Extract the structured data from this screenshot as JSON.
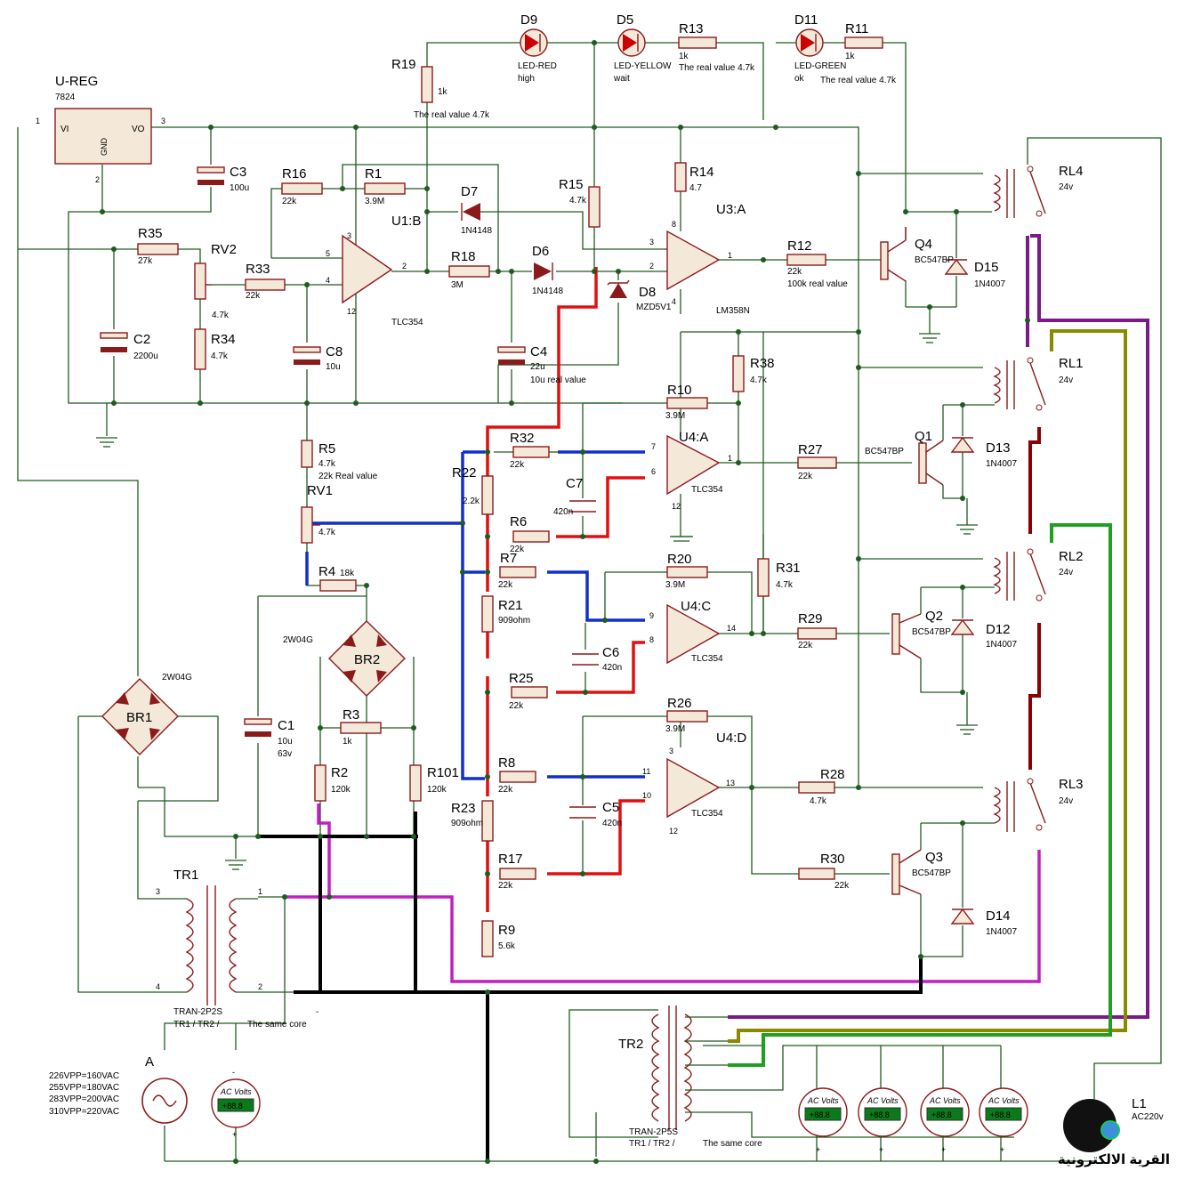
{
  "components": {
    "ureg": {
      "ref": "U-REG",
      "val": "7824",
      "pin_vi": "VI",
      "pin_vo": "VO",
      "pin_gnd": "GND",
      "p1": "1",
      "p2": "2",
      "p3": "3"
    },
    "d9": {
      "ref": "D9",
      "l1": "LED-RED",
      "l2": "high"
    },
    "d5": {
      "ref": "D5",
      "l1": "LED-YELLOW",
      "l2": "wait"
    },
    "d11": {
      "ref": "D11",
      "l1": "LED-GREEN",
      "l2": "ok"
    },
    "r13": {
      "ref": "R13",
      "val": "1k",
      "note": "The real value 4.7k"
    },
    "r11": {
      "ref": "R11",
      "val": "1k",
      "note": "The real value 4.7k"
    },
    "r19": {
      "ref": "R19",
      "val": "1k",
      "note": "The real value 4.7k"
    },
    "c3": {
      "ref": "C3",
      "val": "100u"
    },
    "r16": {
      "ref": "R16",
      "val": "22k"
    },
    "r1": {
      "ref": "R1",
      "val": "3.9M"
    },
    "d7": {
      "ref": "D7",
      "val": "1N4148"
    },
    "r15": {
      "ref": "R15",
      "val": "4.7k"
    },
    "r14": {
      "ref": "R14",
      "val": "4.7"
    },
    "u3a": {
      "ref": "U3:A",
      "val": "LM358N",
      "p3": "3",
      "p2": "2",
      "p1": "1",
      "p8": "8",
      "p4": "4"
    },
    "u1b": {
      "ref": "U1:B",
      "val": "TLC354",
      "p5": "5",
      "p4": "4",
      "p2": "2",
      "p3": "3",
      "p12": "12"
    },
    "r35": {
      "ref": "R35",
      "val": "27k"
    },
    "rv2": {
      "ref": "RV2",
      "val": "4.7k"
    },
    "r33": {
      "ref": "R33",
      "val": "22k"
    },
    "r18": {
      "ref": "R18",
      "val": "3M"
    },
    "d6": {
      "ref": "D6",
      "val": "1N4148"
    },
    "d8": {
      "ref": "D8",
      "val": "MZD5V1"
    },
    "r12": {
      "ref": "R12",
      "val": "22k",
      "note": "100k real value"
    },
    "q4": {
      "ref": "Q4",
      "val": "BC547BP"
    },
    "d15": {
      "ref": "D15",
      "val": "1N4007"
    },
    "rl4": {
      "ref": "RL4",
      "val": "24v"
    },
    "c2": {
      "ref": "C2",
      "val": "2200u"
    },
    "r34": {
      "ref": "R34",
      "val": "4.7k"
    },
    "c8": {
      "ref": "C8",
      "val": "10u"
    },
    "c4": {
      "ref": "C4",
      "val": "22u",
      "note": "10u real value"
    },
    "r38": {
      "ref": "R38",
      "val": "4.7k"
    },
    "r10": {
      "ref": "R10",
      "val": "3.9M"
    },
    "rl1": {
      "ref": "RL1",
      "val": "24v"
    },
    "r5": {
      "ref": "R5",
      "val": "4.7k",
      "note": "22k Real value"
    },
    "rv1": {
      "ref": "RV1",
      "val": "4.7k"
    },
    "r22": {
      "ref": "R22",
      "val": "2.2k"
    },
    "r32": {
      "ref": "R32",
      "val": "22k"
    },
    "u4a": {
      "ref": "U4:A",
      "val": "TLC354",
      "p7": "7",
      "p6": "6",
      "p1": "1",
      "p12": "12"
    },
    "c7": {
      "ref": "C7",
      "val": "420n"
    },
    "r6": {
      "ref": "R6",
      "val": "22k"
    },
    "r27": {
      "ref": "R27",
      "val": "22k"
    },
    "q1": {
      "ref": "Q1",
      "val": "BC547BP"
    },
    "d13": {
      "ref": "D13",
      "val": "1N4007"
    },
    "r4": {
      "ref": "R4",
      "val": "18k"
    },
    "r7": {
      "ref": "R7",
      "val": "22k"
    },
    "r20": {
      "ref": "R20",
      "val": "3.9M"
    },
    "r31": {
      "ref": "R31",
      "val": "4.7k"
    },
    "rl2": {
      "ref": "RL2",
      "val": "24v"
    },
    "u4c": {
      "ref": "U4:C",
      "val": "TLC354",
      "p9": "9",
      "p8": "8",
      "p14": "14"
    },
    "r21": {
      "ref": "R21",
      "val": "909ohm"
    },
    "c6": {
      "ref": "C6",
      "val": "420n"
    },
    "r29": {
      "ref": "R29",
      "val": "22k"
    },
    "q2": {
      "ref": "Q2",
      "val": "BC547BP"
    },
    "d12": {
      "ref": "D12",
      "val": "1N4007"
    },
    "br2": {
      "ref": "BR2",
      "val": "2W04G"
    },
    "br1": {
      "ref": "BR1",
      "val": "2W04G"
    },
    "r25": {
      "ref": "R25",
      "val": "22k"
    },
    "c1": {
      "ref": "C1",
      "val": "10u",
      "note": "63v"
    },
    "r3": {
      "ref": "R3",
      "val": "1k"
    },
    "r2": {
      "ref": "R2",
      "val": "120k"
    },
    "r101": {
      "ref": "R101",
      "val": "120k"
    },
    "r26": {
      "ref": "R26",
      "val": "3.9M"
    },
    "u4d": {
      "ref": "U4:D",
      "val": "TLC354",
      "p3": "3",
      "p11": "11",
      "p10": "10",
      "p13": "13",
      "p12": "12"
    },
    "r8": {
      "ref": "R8",
      "val": "22k"
    },
    "c5": {
      "ref": "C5",
      "val": "420n"
    },
    "r28": {
      "ref": "R28",
      "val": "4.7k"
    },
    "rl3": {
      "ref": "RL3",
      "val": "24v"
    },
    "r23": {
      "ref": "R23",
      "val": "909ohm"
    },
    "r17": {
      "ref": "R17",
      "val": "22k"
    },
    "r30": {
      "ref": "R30",
      "val": "22k"
    },
    "q3": {
      "ref": "Q3",
      "val": "BC547BP"
    },
    "d14": {
      "ref": "D14",
      "val": "1N4007"
    },
    "r9": {
      "ref": "R9",
      "val": "5.6k"
    },
    "tr1": {
      "ref": "TR1",
      "val": "TRAN-2P2S",
      "note1": "TR1 / TR2 /",
      "note2": "The same core",
      "p1": "1",
      "p2": "2",
      "p3": "3",
      "p4": "4"
    },
    "tr2": {
      "ref": "TR2",
      "val": "TRAN-2P5S",
      "note1": "TR1 / TR2 /",
      "note2": "The same core"
    },
    "src": {
      "ref": "A",
      "l1": "226VPP=160VAC",
      "l2": "255VPP=180VAC",
      "l3": "283VPP=200VAC",
      "l4": "310VPP=220VAC"
    },
    "l1": {
      "ref": "L1",
      "val": "AC220v"
    }
  },
  "meter": {
    "title": "AC Volts",
    "reading": "+88.8",
    "minus": "-",
    "plus": "+"
  },
  "misc": {
    "dash": "-"
  },
  "watermark": {
    "text": "القرية الالكترونية"
  },
  "colors": {
    "wire": "#1f5c1f",
    "component": "#8b1a1a",
    "blue_path": "#1030c8",
    "red_path": "#e01010",
    "magenta": "#c020c0",
    "purple": "#7a1a8a",
    "olive": "#8a8a00",
    "green": "#20a020"
  }
}
